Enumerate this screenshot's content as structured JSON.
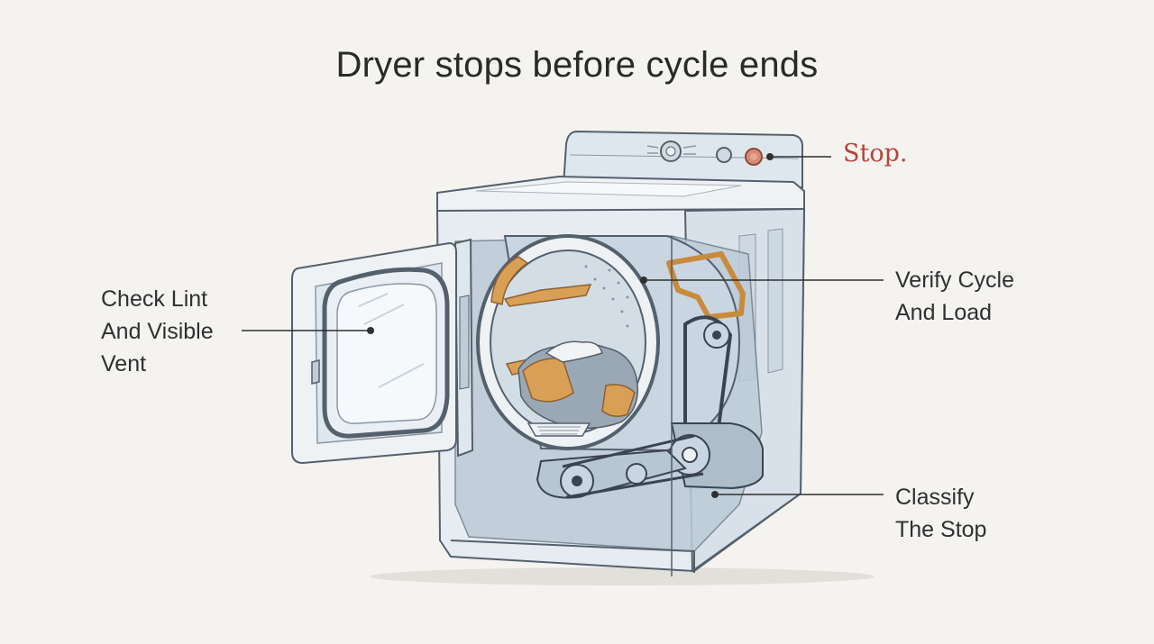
{
  "title": "Dryer stops before cycle ends",
  "callouts": {
    "stop": "Stop.",
    "lint": [
      "Check Lint",
      "And Visible",
      "Vent"
    ],
    "cycle": [
      "Verify Cycle",
      "And Load"
    ],
    "classify": [
      "Classify",
      "The Stop"
    ]
  },
  "colors": {
    "background": "#f4f3ef",
    "outline": "#55606d",
    "body_fill": "#e6ecf1",
    "shadow_fill": "#bccbd8",
    "accent_orange": "#d9a055",
    "stop_red": "#b8423a"
  }
}
